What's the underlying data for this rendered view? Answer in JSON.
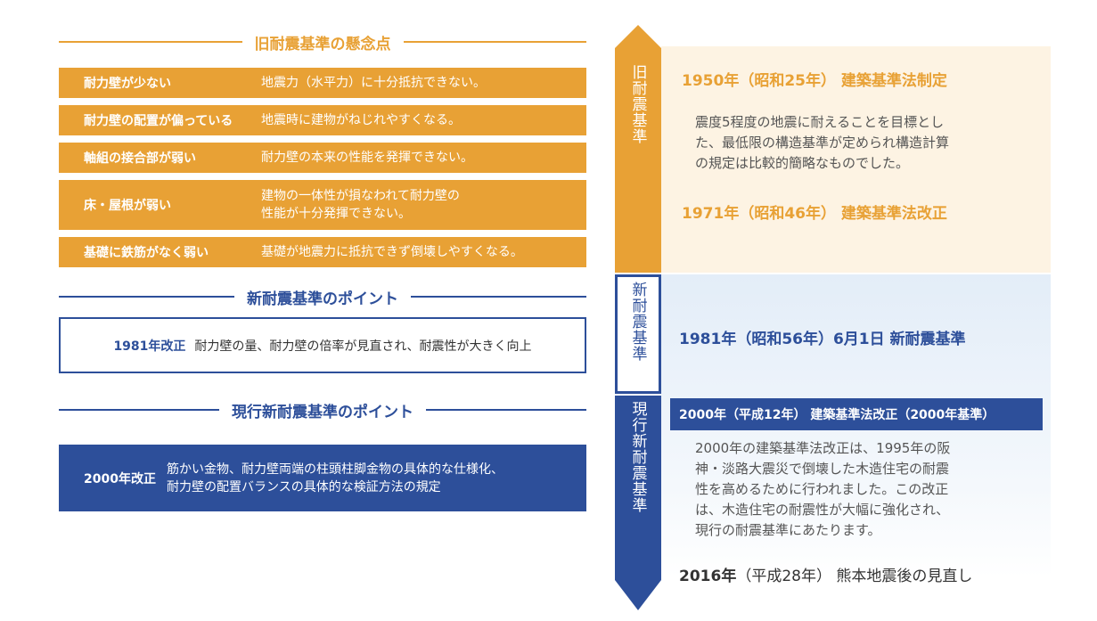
{
  "old_concerns": {
    "title": "旧耐震基準の懸念点",
    "rows": [
      {
        "key": "耐力壁が少ない",
        "value": "地震力（水平力）に十分抵抗できない。"
      },
      {
        "key": "耐力壁の配置が偏っている",
        "value": "地震時に建物がねじれやすくなる。"
      },
      {
        "key": "軸組の接合部が弱い",
        "value": "耐力壁の本来の性能を発揮できない。"
      },
      {
        "key": "床・屋根が弱い",
        "value_line1": "建物の一体性が損なわれて耐力壁の",
        "value_line2": "性能が十分発揮できない。"
      },
      {
        "key": "基礎に鉄筋がなく弱い",
        "value": "基礎が地震力に抵抗できず倒壊しやすくなる。"
      }
    ]
  },
  "new_points": {
    "title": "新耐震基準のポイント",
    "year": "1981年改正",
    "text": "耐力壁の量、耐力壁の倍率が見直され、耐震性が大きく向上"
  },
  "current_points": {
    "title": "現行新耐震基準のポイント",
    "year": "2000年改正",
    "line1": "筋かい金物、耐力壁両端の柱頭柱脚金物の具体的な仕様化、",
    "line2": "耐力壁の配置バランスの具体的な検証方法の規定"
  },
  "timeline": {
    "old_label": "旧耐震基準",
    "new_label": "新耐震基準",
    "current_label": "現行新耐震基準",
    "colors": {
      "orange": "#e8a135",
      "blue": "#2d4f9a"
    }
  },
  "events": {
    "e1950": "1950年（昭和25年） 建築基準法制定",
    "e1950_desc": [
      "震度5程度の地震に耐えることを目標とし",
      "た、最低限の構造基準が定められ構造計算",
      "の規定は比較的簡略なものでした。"
    ],
    "e1971": "1971年（昭和46年） 建築基準法改正",
    "e1981": "1981年（昭和56年）6月1日 新耐震基準",
    "e2000": "2000年（平成12年） 建築基準法改正（2000年基準）",
    "e2000_desc": [
      "2000年の建築基準法改正は、1995年の阪",
      "神・淡路大震災で倒壊した木造住宅の耐震",
      "性を高めるために行われました。この改正",
      "は、木造住宅の耐震性が大幅に強化され、",
      "現行の耐震基準にあたります。"
    ],
    "e2016_year": "2016年",
    "e2016_rest": "（平成28年） 熊本地震後の見直し"
  }
}
